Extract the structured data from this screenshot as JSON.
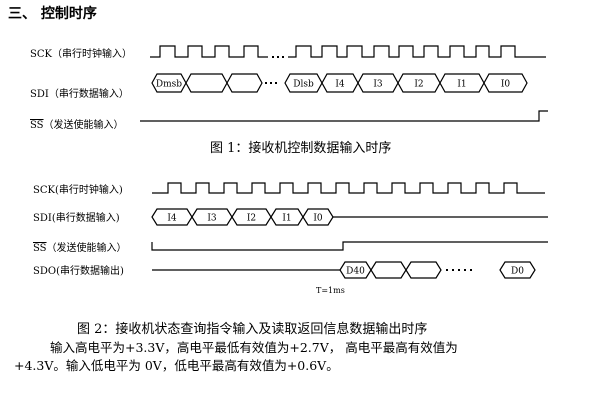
{
  "section_title": "三、 控制时序",
  "fig1": {
    "labels": {
      "sck": "SCK（串行时钟输入）",
      "sdi": "SDI（串行数据输入）",
      "ss_name": "SS",
      "ss_desc": "（发送使能输入）"
    },
    "sdi_cells": [
      "Dmsb",
      "",
      "",
      "Dlsb",
      "I4",
      "I3",
      "I2",
      "I1",
      "I0"
    ],
    "caption": "图 1：接收机控制数据输入时序"
  },
  "fig2": {
    "labels": {
      "sck": "SCK(串行时钟输入)",
      "sdi": "SDI(串行数据输入)",
      "ss_name": "SS",
      "ss_desc": "（发送使能输入）",
      "sdo": "SDO(串行数据输出)"
    },
    "sdi_cells": [
      "I4",
      "I3",
      "I2",
      "I1",
      "I0"
    ],
    "sdo_cells": [
      "D40",
      "",
      "",
      "D0"
    ],
    "time_note": "T=1ms",
    "caption": "图 2：接收机状态查询指令输入及读取返回信息数据输出时序"
  },
  "paragraph": {
    "line1": "输入高电平为+3.3V，高电平最低有效值为+2.7V， 高电平最高有效值为",
    "line2": "+4.3V。输入低电平为 0V，低电平最高有效值为+0.6V。"
  }
}
